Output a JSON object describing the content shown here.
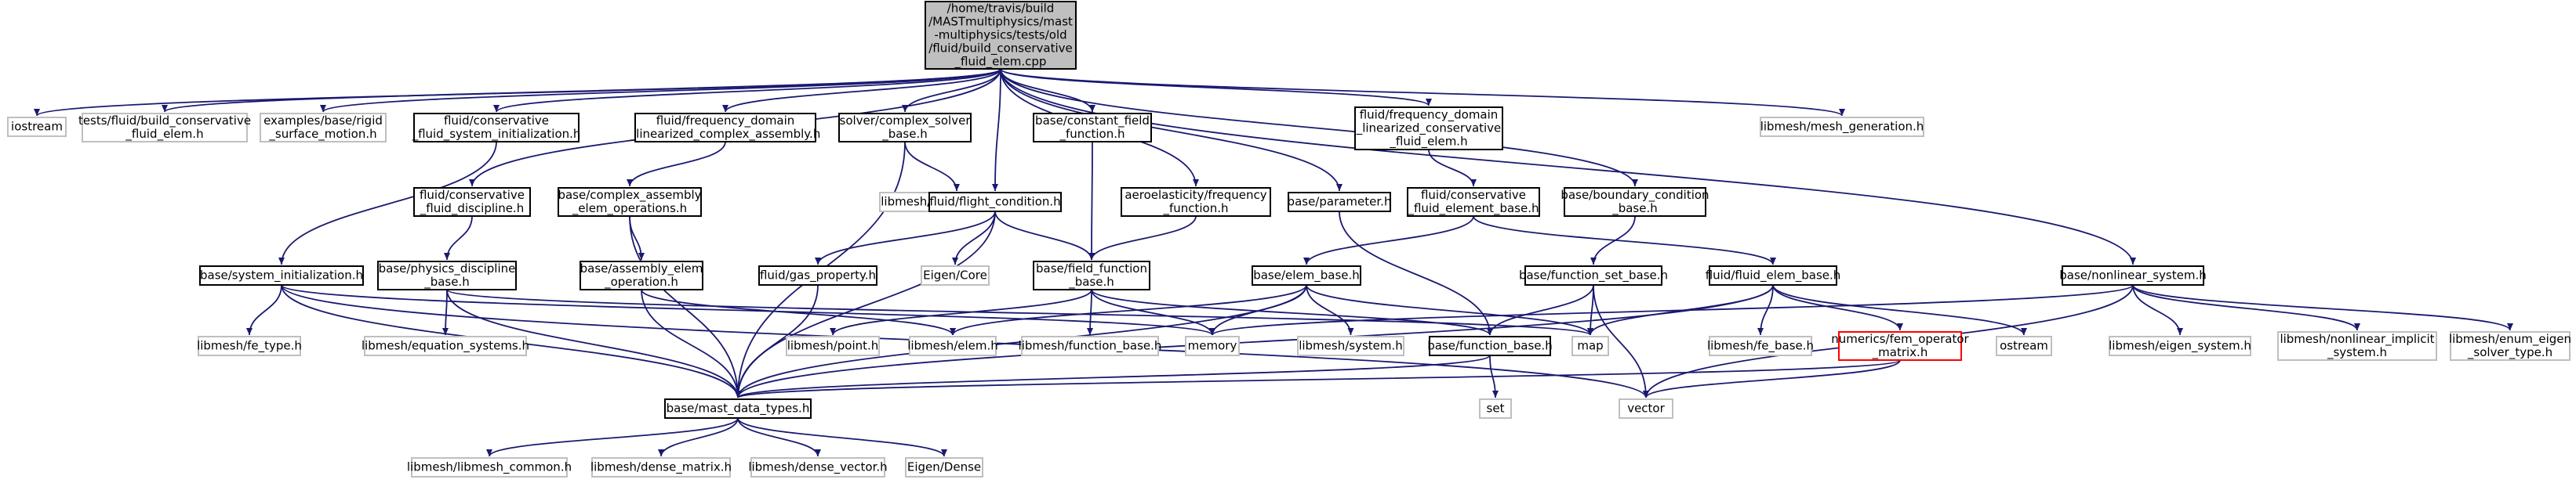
{
  "graph": {
    "colors": {
      "edge": "#191970",
      "text": "#000000",
      "box_border": "#000000",
      "box_gray": "#bfbfbf",
      "box_light_border": "#bfbfbf",
      "root_fill": "#bfbfbf",
      "red_border": "#ff0000",
      "background": "#ffffff"
    },
    "nodes": [
      {
        "id": "root",
        "lines": [
          "/home/travis/build",
          "/MASTmultiphysics/mast",
          "-multiphysics/tests/old",
          "/fluid/build_conservative",
          "_fluid_elem.cpp"
        ],
        "style": "root"
      },
      {
        "id": "iostream",
        "lines": [
          "iostream"
        ],
        "style": "gray"
      },
      {
        "id": "tests_bcfe",
        "lines": [
          "tests/fluid/build_conservative",
          "_fluid_elem.h"
        ],
        "style": "gray"
      },
      {
        "id": "examples_rigid",
        "lines": [
          "examples/base/rigid",
          "_surface_motion.h"
        ],
        "style": "gray"
      },
      {
        "id": "fluid_csi",
        "lines": [
          "fluid/conservative",
          "_fluid_system_initialization.h"
        ],
        "style": "normal"
      },
      {
        "id": "fd_lca",
        "lines": [
          "fluid/frequency_domain",
          "_linearized_complex_assembly.h"
        ],
        "style": "normal"
      },
      {
        "id": "solver_csb",
        "lines": [
          "solver/complex_solver",
          "_base.h"
        ],
        "style": "normal"
      },
      {
        "id": "constant_ff",
        "lines": [
          "base/constant_field",
          "_function.h"
        ],
        "style": "normal"
      },
      {
        "id": "fd_lcfe",
        "lines": [
          "fluid/frequency_domain",
          "_linearized_conservative",
          "_fluid_elem.h"
        ],
        "style": "normal"
      },
      {
        "id": "mesh_gen",
        "lines": [
          "libmesh/mesh_generation.h"
        ],
        "style": "gray"
      },
      {
        "id": "fluid_cfd",
        "lines": [
          "fluid/conservative",
          "_fluid_discipline.h"
        ],
        "style": "normal"
      },
      {
        "id": "complex_aeo",
        "lines": [
          "base/complex_assembly",
          "_elem_operations.h"
        ],
        "style": "normal"
      },
      {
        "id": "numeric_vector",
        "lines": [
          "libmesh/numeric_vector.h"
        ],
        "style": "gray"
      },
      {
        "id": "flight_cond",
        "lines": [
          "fluid/flight_condition.h"
        ],
        "style": "normal"
      },
      {
        "id": "aero_ff",
        "lines": [
          "aeroelasticity/frequency",
          "_function.h"
        ],
        "style": "normal"
      },
      {
        "id": "parameter",
        "lines": [
          "base/parameter.h"
        ],
        "style": "normal"
      },
      {
        "id": "fluid_ceb",
        "lines": [
          "fluid/conservative",
          "_fluid_element_base.h"
        ],
        "style": "normal"
      },
      {
        "id": "boundary_cb",
        "lines": [
          "base/boundary_condition",
          "_base.h"
        ],
        "style": "normal"
      },
      {
        "id": "system_init",
        "lines": [
          "base/system_initialization.h"
        ],
        "style": "normal"
      },
      {
        "id": "physics_db",
        "lines": [
          "base/physics_discipline",
          "_base.h"
        ],
        "style": "normal"
      },
      {
        "id": "assembly_eo",
        "lines": [
          "base/assembly_elem",
          "_operation.h"
        ],
        "style": "normal"
      },
      {
        "id": "gas_prop",
        "lines": [
          "fluid/gas_property.h"
        ],
        "style": "normal"
      },
      {
        "id": "eigen_core",
        "lines": [
          "Eigen/Core"
        ],
        "style": "gray"
      },
      {
        "id": "field_fb",
        "lines": [
          "base/field_function",
          "_base.h"
        ],
        "style": "normal"
      },
      {
        "id": "elem_base",
        "lines": [
          "base/elem_base.h"
        ],
        "style": "normal"
      },
      {
        "id": "function_sb",
        "lines": [
          "base/function_set_base.h"
        ],
        "style": "normal"
      },
      {
        "id": "fluid_eb",
        "lines": [
          "fluid/fluid_elem_base.h"
        ],
        "style": "normal"
      },
      {
        "id": "nonlinear_sys",
        "lines": [
          "base/nonlinear_system.h"
        ],
        "style": "normal"
      },
      {
        "id": "fe_type",
        "lines": [
          "libmesh/fe_type.h"
        ],
        "style": "gray"
      },
      {
        "id": "equation_sys",
        "lines": [
          "libmesh/equation_systems.h"
        ],
        "style": "gray"
      },
      {
        "id": "point",
        "lines": [
          "libmesh/point.h"
        ],
        "style": "gray"
      },
      {
        "id": "lm_elem",
        "lines": [
          "libmesh/elem.h"
        ],
        "style": "gray"
      },
      {
        "id": "lm_function_base",
        "lines": [
          "libmesh/function_base.h"
        ],
        "style": "gray"
      },
      {
        "id": "memory",
        "lines": [
          "memory"
        ],
        "style": "gray"
      },
      {
        "id": "lm_system",
        "lines": [
          "libmesh/system.h"
        ],
        "style": "gray"
      },
      {
        "id": "function_base",
        "lines": [
          "base/function_base.h"
        ],
        "style": "normal"
      },
      {
        "id": "map",
        "lines": [
          "map"
        ],
        "style": "gray"
      },
      {
        "id": "fe_base",
        "lines": [
          "libmesh/fe_base.h"
        ],
        "style": "gray"
      },
      {
        "id": "fem_operator",
        "lines": [
          "numerics/fem_operator",
          "_matrix.h"
        ],
        "style": "red"
      },
      {
        "id": "ostream",
        "lines": [
          "ostream"
        ],
        "style": "gray"
      },
      {
        "id": "eigen_system",
        "lines": [
          "libmesh/eigen_system.h"
        ],
        "style": "gray"
      },
      {
        "id": "nonlinear_implicit",
        "lines": [
          "libmesh/nonlinear_implicit",
          "_system.h"
        ],
        "style": "gray"
      },
      {
        "id": "enum_eigen",
        "lines": [
          "libmesh/enum_eigen",
          "_solver_type.h"
        ],
        "style": "gray"
      },
      {
        "id": "mast_data_types",
        "lines": [
          "base/mast_data_types.h"
        ],
        "style": "normal"
      },
      {
        "id": "set",
        "lines": [
          "set"
        ],
        "style": "gray"
      },
      {
        "id": "vector",
        "lines": [
          "vector"
        ],
        "style": "gray"
      },
      {
        "id": "ibmesh_common",
        "lines": [
          "libmesh/libmesh_common.h"
        ],
        "style": "gray"
      },
      {
        "id": "dense_matrix",
        "lines": [
          "libmesh/dense_matrix.h"
        ],
        "style": "gray"
      },
      {
        "id": "dense_vector",
        "lines": [
          "libmesh/dense_vector.h"
        ],
        "style": "gray"
      },
      {
        "id": "eigen_dense",
        "lines": [
          "Eigen/Dense"
        ],
        "style": "gray"
      }
    ],
    "edges": [
      [
        "root",
        "iostream"
      ],
      [
        "root",
        "tests_bcfe"
      ],
      [
        "root",
        "examples_rigid"
      ],
      [
        "root",
        "fluid_csi"
      ],
      [
        "root",
        "fd_lca"
      ],
      [
        "root",
        "solver_csb"
      ],
      [
        "root",
        "constant_ff"
      ],
      [
        "root",
        "fd_lcfe"
      ],
      [
        "root",
        "mesh_gen"
      ],
      [
        "root",
        "fluid_cfd"
      ],
      [
        "root",
        "flight_cond"
      ],
      [
        "root",
        "aero_ff"
      ],
      [
        "root",
        "parameter"
      ],
      [
        "root",
        "boundary_cb"
      ],
      [
        "root",
        "nonlinear_sys"
      ],
      [
        "fluid_csi",
        "system_init"
      ],
      [
        "fd_lca",
        "complex_aeo"
      ],
      [
        "solver_csb",
        "numeric_vector"
      ],
      [
        "solver_csb",
        "mast_data_types"
      ],
      [
        "constant_ff",
        "field_fb"
      ],
      [
        "fd_lcfe",
        "fluid_ceb"
      ],
      [
        "fluid_cfd",
        "physics_db"
      ],
      [
        "complex_aeo",
        "assembly_eo"
      ],
      [
        "complex_aeo",
        "mast_data_types"
      ],
      [
        "flight_cond",
        "gas_prop"
      ],
      [
        "flight_cond",
        "eigen_core"
      ],
      [
        "flight_cond",
        "field_fb"
      ],
      [
        "flight_cond",
        "mast_data_types"
      ],
      [
        "aero_ff",
        "field_fb"
      ],
      [
        "parameter",
        "function_base"
      ],
      [
        "fluid_ceb",
        "elem_base"
      ],
      [
        "fluid_ceb",
        "fluid_eb"
      ],
      [
        "boundary_cb",
        "function_sb"
      ],
      [
        "system_init",
        "fe_type"
      ],
      [
        "system_init",
        "memory"
      ],
      [
        "system_init",
        "mast_data_types"
      ],
      [
        "system_init",
        "vector"
      ],
      [
        "physics_db",
        "equation_sys"
      ],
      [
        "physics_db",
        "map"
      ],
      [
        "physics_db",
        "mast_data_types"
      ],
      [
        "assembly_eo",
        "lm_elem"
      ],
      [
        "assembly_eo",
        "mast_data_types"
      ],
      [
        "gas_prop",
        "mast_data_types"
      ],
      [
        "field_fb",
        "point"
      ],
      [
        "field_fb",
        "lm_function_base"
      ],
      [
        "field_fb",
        "memory"
      ],
      [
        "field_fb",
        "function_base"
      ],
      [
        "elem_base",
        "lm_elem"
      ],
      [
        "elem_base",
        "memory"
      ],
      [
        "elem_base",
        "lm_system"
      ],
      [
        "elem_base",
        "map"
      ],
      [
        "elem_base",
        "mast_data_types"
      ],
      [
        "function_sb",
        "map"
      ],
      [
        "function_sb",
        "function_base"
      ],
      [
        "function_sb",
        "vector"
      ],
      [
        "fluid_eb",
        "map"
      ],
      [
        "fluid_eb",
        "fe_base"
      ],
      [
        "fluid_eb",
        "fem_operator"
      ],
      [
        "fluid_eb",
        "ostream"
      ],
      [
        "fluid_eb",
        "mast_data_types"
      ],
      [
        "nonlinear_sys",
        "memory"
      ],
      [
        "nonlinear_sys",
        "eigen_system"
      ],
      [
        "nonlinear_sys",
        "nonlinear_implicit"
      ],
      [
        "nonlinear_sys",
        "enum_eigen"
      ],
      [
        "nonlinear_sys",
        "vector"
      ],
      [
        "function_base",
        "set"
      ],
      [
        "function_base",
        "mast_data_types"
      ],
      [
        "fem_operator",
        "vector"
      ],
      [
        "fem_operator",
        "mast_data_types"
      ],
      [
        "mast_data_types",
        "ibmesh_common"
      ],
      [
        "mast_data_types",
        "dense_matrix"
      ],
      [
        "mast_data_types",
        "dense_vector"
      ],
      [
        "mast_data_types",
        "eigen_dense"
      ]
    ]
  }
}
